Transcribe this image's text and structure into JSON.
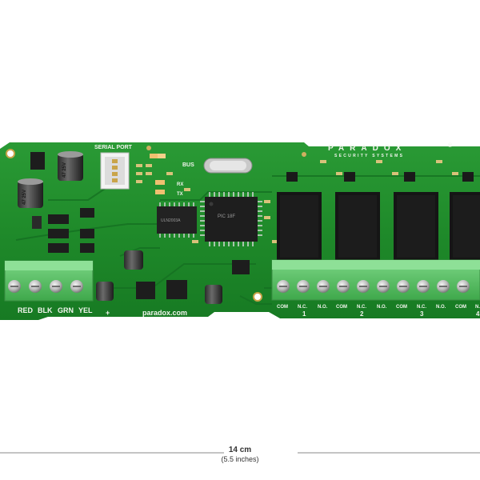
{
  "board": {
    "brand": "PARADOX",
    "brand_mark": "®",
    "brand_sub": "SECURITY SYSTEMS",
    "serial_port": "SERIAL PORT",
    "bus": "BUS",
    "rx": "RX",
    "tx": "TX",
    "cap_large": "47 25V",
    "chip_small": "ULN2003A",
    "chip_main": "PIC 18F",
    "website": "paradox.com",
    "plus": "+",
    "wires": [
      "RED",
      "BLK",
      "GRN",
      "YEL"
    ],
    "relay_terms": [
      "COM",
      "N.C.",
      "N.O."
    ],
    "relay_numbers": [
      "1",
      "2",
      "3",
      "4"
    ]
  },
  "dimension": {
    "metric": "14 cm",
    "imperial": "(5.5 inches)"
  },
  "colors": {
    "pcb": "#1f8a2a",
    "pcb_dark": "#137020",
    "terminal": "#5fc36a",
    "relay": "#151515",
    "silk": "#f2f5ee"
  }
}
